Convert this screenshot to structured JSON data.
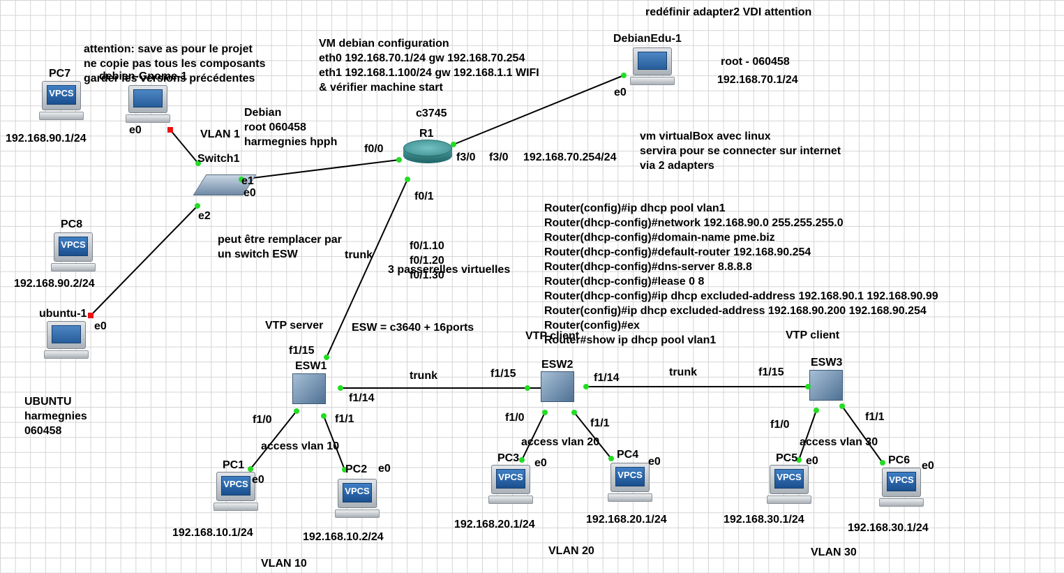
{
  "notes": {
    "save_warning": [
      "attention: save as pour le projet",
      "ne copie pas tous les composants",
      "garder les versions précédentes"
    ],
    "vm_config": [
      "VM debian configuration",
      "eth0 192.168.70.1/24 gw 192.168.70.254",
      "eth1 192.168.1.100/24 gw 192.168.1.1 WIFI",
      "& vérifier machine start"
    ],
    "adapter_warning": "redéfinir adapter2 VDI attention",
    "debian_creds": [
      "Debian",
      "root 060458",
      "harmegnies hpph"
    ],
    "debianedu_creds": "root - 060458",
    "debianedu_ip": "192.168.70.1/24",
    "vbox_note": [
      "vm virtualBox avec linux",
      "servira pour se connecter sur internet",
      "via 2 adapters"
    ],
    "switch_note": [
      "peut être remplacer par",
      "un switch ESW"
    ],
    "ubuntu_creds": [
      "UBUNTU",
      "harmegnies",
      "060458"
    ],
    "subinterfaces": [
      "f0/1.10",
      "f0/1.20",
      "f0/1.30"
    ],
    "virtual_gateways": "3 passerelles virtuelles",
    "esw_note": "ESW = c3640 + 16ports",
    "dhcp_config": [
      "Router(config)#ip dhcp pool vlan1",
      "Router(dhcp-config)#network 192.168.90.0 255.255.255.0",
      "Router(dhcp-config)#domain-name pme.biz",
      "Router(dhcp-config)#default-router 192.168.90.254",
      "Router(dhcp-config)#dns-server 8.8.8.8",
      "Router(dhcp-config)#lease 0 8",
      "Router(dhcp-config)#ip dhcp excluded-address 192.168.90.1 192.168.90.99",
      "Router(config)#ip dhcp excluded-address 192.168.90.200 192.168.90.254",
      "Router(config)#ex",
      "Router#show ip dhcp pool vlan1"
    ]
  },
  "nodes": {
    "pc7": {
      "name": "PC7",
      "ip": "192.168.90.1/24"
    },
    "pc8": {
      "name": "PC8",
      "ip": "192.168.90.2/24"
    },
    "debian_gnome": {
      "name": "debian-Gnome-1",
      "port": "e0"
    },
    "ubuntu": {
      "name": "ubuntu-1",
      "port": "e0"
    },
    "switch1": {
      "name": "Switch1",
      "port_e1": "e1",
      "port_e0": "e0",
      "port_e2": "e2",
      "vlan": "VLAN 1"
    },
    "r1": {
      "name": "R1",
      "model": "c3745",
      "f0_0": "f0/0",
      "f0_1": "f0/1",
      "f3_0a": "f3/0",
      "f3_0b": "f3/0",
      "ip": "192.168.70.254/24"
    },
    "debianedu": {
      "name": "DebianEdu-1",
      "port": "e0"
    },
    "esw1": {
      "name": "ESW1",
      "role": "VTP server",
      "f1_15": "f1/15",
      "f1_14": "f1/14",
      "f1_0": "f1/0",
      "f1_1": "f1/1",
      "access": "access vlan 10",
      "vlan": "VLAN 10"
    },
    "esw2": {
      "name": "ESW2",
      "role": "VTP client",
      "f1_15": "f1/15",
      "f1_14": "f1/14",
      "f1_0": "f1/0",
      "f1_1": "f1/1",
      "access": "access vlan 20",
      "vlan": "VLAN 20"
    },
    "esw3": {
      "name": "ESW3",
      "role": "VTP client",
      "f1_15": "f1/15",
      "f1_0": "f1/0",
      "f1_1": "f1/1",
      "access": "access vlan 30",
      "vlan": "VLAN 30"
    },
    "pc1": {
      "name": "PC1",
      "port": "e0",
      "ip": "192.168.10.1/24"
    },
    "pc2": {
      "name": "PC2",
      "port": "e0",
      "ip": "192.168.10.2/24"
    },
    "pc3": {
      "name": "PC3",
      "port": "e0",
      "ip": "192.168.20.1/24"
    },
    "pc4": {
      "name": "PC4",
      "port": "e0",
      "ip": "192.168.20.1/24"
    },
    "pc5": {
      "name": "PC5",
      "port": "e0",
      "ip": "192.168.30.1/24"
    },
    "pc6": {
      "name": "PC6",
      "port": "e0",
      "ip": "192.168.30.1/24"
    }
  },
  "links": {
    "trunk_r1_esw1": "trunk",
    "trunk_esw1_esw2": "trunk",
    "trunk_esw2_esw3": "trunk"
  },
  "icons": {
    "vpcs_label": "VPCS",
    "vpcs": "vpcs-computer-icon",
    "vm": "vm-computer-icon",
    "switch": "ethernet-switch-icon",
    "router": "router-icon",
    "esw": "etherswitch-router-icon"
  },
  "colors": {
    "link": "#000000",
    "port_up": "#22dd22",
    "port_down": "#ee1111",
    "grid": "#d4d4d4"
  }
}
